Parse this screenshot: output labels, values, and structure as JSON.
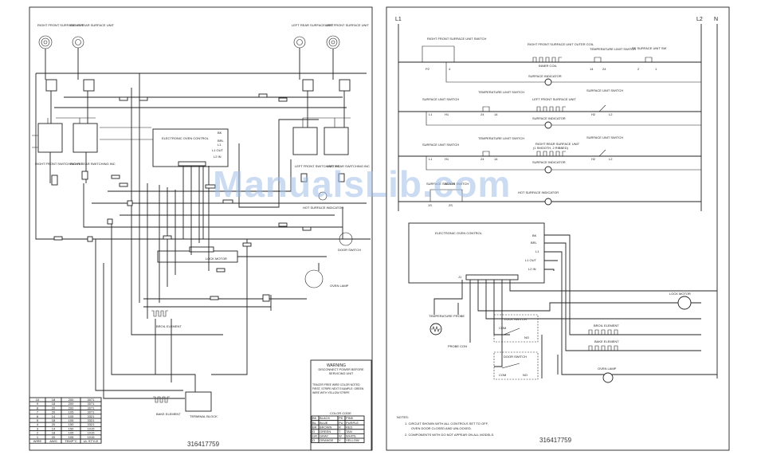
{
  "left_sheet": {
    "part_number": "316417759",
    "components": {
      "rf_surface": "RIGHT FRONT SURFACE UNIT",
      "rr_surface": "RIGHT REAR SURFACE UNIT",
      "lr_surface": "LEFT REAR SURFACE UNIT",
      "lf_surface": "LEFT FRONT SURFACE UNIT",
      "rf_switch": "RIGHT FRONT SWITCHING INC",
      "rr_switch": "RIGHT REAR SWITCHING INC",
      "lf_switch": "LEFT FRONT SWITCHING INC",
      "lr_switch": "LEFT REAR SWITCHING INC",
      "eoc": "ELECTRONIC OVEN CONTROL",
      "eoc_terms": [
        "BK",
        "BRL",
        "L1",
        "L1 OUT",
        "L2 IN"
      ],
      "lock_motor": "LOCK MOTOR",
      "door_switch": "DOOR SWITCH",
      "oven_lamp": "OVEN LAMP",
      "broil_element": "BROIL ELEMENT",
      "bake_element": "BAKE ELEMENT",
      "terminal_block": "TERMINAL BLOCK",
      "hot_indicator": "HOT SURFACE INDICATOR"
    },
    "warning": {
      "title": "WARNING",
      "subtitle": "DISCONNECT POWER BEFORE SERVICING UNIT",
      "tracer_note": "TRACER FREE WIRE COLOR NOTED FIRST, STRIPE NEXT EXAMPLE: GREEN WIRE WITH YELLOW STRIPE"
    },
    "color_code": {
      "title": "COLOR CODE",
      "rows": [
        [
          "BK",
          "BLACK",
          "PK",
          "PINK"
        ],
        [
          "BL",
          "BLUE",
          "PU",
          "PURPLE"
        ],
        [
          "BR",
          "BROWN",
          "R",
          "RED"
        ],
        [
          "G",
          "GREEN",
          "T",
          "TAN"
        ],
        [
          "GR",
          "GRAY",
          "W",
          "WHITE"
        ],
        [
          "O",
          "ORANGE",
          "Y",
          "YELLOW"
        ]
      ]
    },
    "wire_table": {
      "headers": [
        "WIRE",
        "AWG",
        "TEMP°C",
        "UL STYLE"
      ],
      "rows": [
        [
          "10",
          "18",
          "200",
          "3071"
        ],
        [
          "9",
          "18",
          "200",
          "3071"
        ],
        [
          "8",
          "20",
          "200",
          "3071"
        ],
        [
          "7",
          "20",
          "105",
          "3071"
        ],
        [
          "6",
          "14",
          "105",
          "3321"
        ],
        [
          "5",
          "18",
          "105",
          "3321"
        ],
        [
          "4",
          "20",
          "150",
          "3321"
        ],
        [
          "3",
          "14",
          "150",
          "1015"
        ],
        [
          "2",
          "18",
          "105",
          "1015"
        ],
        [
          "1",
          "20",
          "105",
          "1015"
        ]
      ]
    }
  },
  "right_sheet": {
    "part_number": "316417759",
    "rails": {
      "l1": "L1",
      "l2": "L2",
      "n": "N"
    },
    "rows": {
      "r1": {
        "sw": "RIGHT FRONT SURFACE UNIT SWITCH",
        "unit": "RIGHT FRONT SURFACE UNIT OUTER COIL",
        "temp": "TEMPERATURE LIMIT SWITCH",
        "rf_sw": "RF SURFACE UNIT SW",
        "sub": "INNER COIL",
        "ind": "SURFACE INDICATOR",
        "t": [
          "P2",
          "4",
          "14",
          "24",
          "2",
          "1"
        ]
      },
      "r2": {
        "sw": "SURFACE UNIT SWITCH",
        "temp": "TEMPERATURE LIMIT SWITCH",
        "unit": "LEFT FRONT SURFACE UNIT",
        "sw2": "SURFACE UNIT SWITCH",
        "ind": "SURFACE INDICATOR",
        "t": [
          "L1",
          "H1",
          "24",
          "14",
          "H2",
          "L2"
        ]
      },
      "r3": {
        "sw": "SURFACE UNIT SWITCH",
        "temp": "TEMPERATURE LIMIT SWITCH",
        "unit": "RIGHT REAR SURFACE UNIT",
        "unit2": "(1 SMOOTH, 2 RIBBED)",
        "sw2": "SURFACE UNIT SWITCH",
        "ind": "SURFACE INDICATOR",
        "t": [
          "L1",
          "H1",
          "24",
          "14",
          "H2",
          "L2"
        ]
      },
      "r4": {
        "sw": "SURFACE SWITCH",
        "sw2": "GLASS SWITCH",
        "ind": "HOT SURFACE INDICATOR",
        "t": [
          "1S",
          "2S"
        ]
      }
    },
    "eoc": {
      "title": "ELECTRONIC OVEN CONTROL",
      "terms": [
        "BK",
        "BRL",
        "L1",
        "L1 OUT",
        "L2 IN"
      ],
      "j": "J1"
    },
    "lock_motor": "LOCK MOTOR",
    "temp_probe": "TEMPERATURE PROBE",
    "probe_con": "PROBE CON",
    "lock_switch": "LOCK SWITCH",
    "door_switch": "DOOR SWITCH",
    "com": "COM",
    "no": "NO",
    "broil_element": "BROIL ELEMENT",
    "bake_element": "BAKE ELEMENT",
    "oven_lamp": "OVEN LAMP",
    "notes_title": "NOTES:",
    "notes": [
      "1.  CIRCUIT SHOWN WITH ALL CONTROLS SET TO OFF,",
      "OVEN DOOR CLOSED AND UNLOCKED.",
      "2.  COMPONENTS WITH  DO NOT APPEAR ON ALL MODELS."
    ]
  },
  "watermark": "ManualsLib.com"
}
